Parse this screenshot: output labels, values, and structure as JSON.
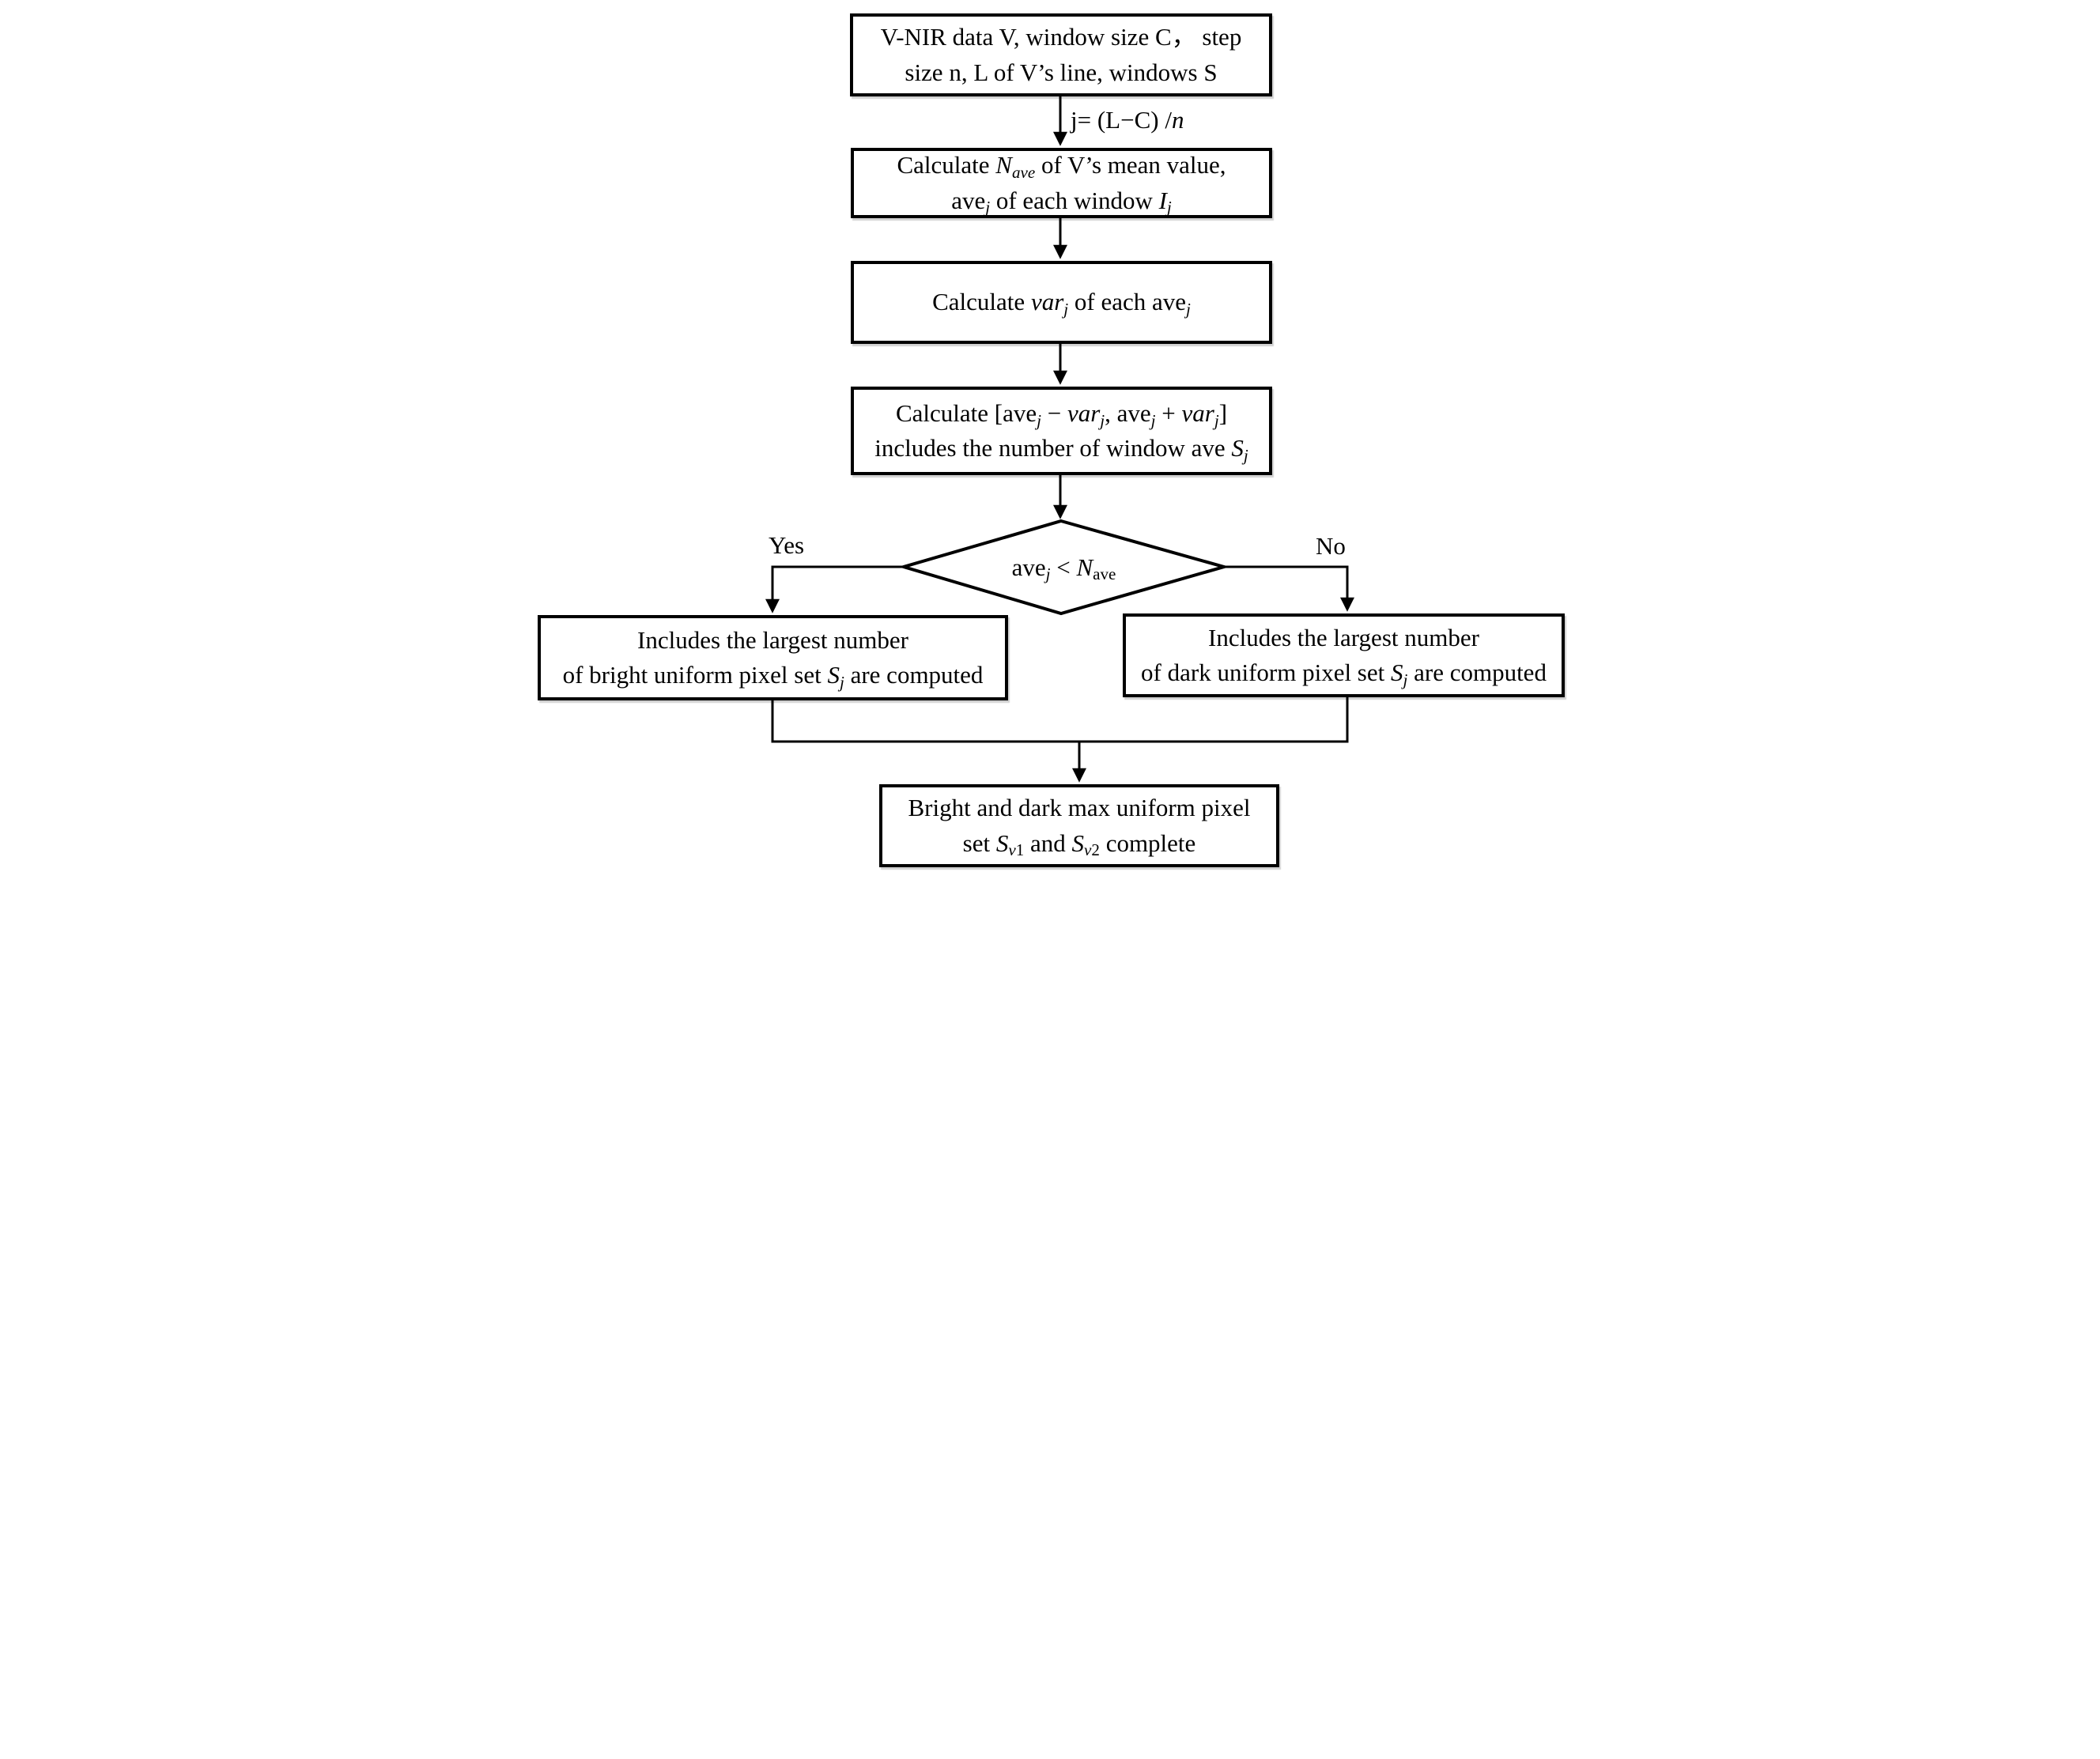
{
  "colors": {
    "stroke": "#000000",
    "background": "#ffffff",
    "text": "#000000"
  },
  "nodes": {
    "input": {
      "lines": [
        [
          {
            "t": "V-NIR data V, window size C， step"
          }
        ],
        [
          {
            "t": "size n, L of V’s line, windows S"
          }
        ]
      ]
    },
    "calc_nave": {
      "lines": [
        [
          {
            "t": "Calculate "
          },
          {
            "t": "N",
            "s": "i"
          },
          {
            "t": "ave",
            "s": "subi"
          },
          {
            "t": " of V’s mean value,"
          }
        ],
        [
          {
            "t": "ave"
          },
          {
            "t": "j",
            "s": "subi"
          },
          {
            "t": " of each window "
          },
          {
            "t": "I",
            "s": "i"
          },
          {
            "t": "j",
            "s": "subi"
          }
        ]
      ]
    },
    "calc_var": {
      "lines": [
        [
          {
            "t": "Calculate "
          },
          {
            "t": "var",
            "s": "i"
          },
          {
            "t": "j",
            "s": "subi"
          },
          {
            "t": " of each ave"
          },
          {
            "t": "j",
            "s": "subi"
          }
        ]
      ]
    },
    "calc_interval": {
      "lines": [
        [
          {
            "t": "Calculate [ave"
          },
          {
            "t": "j",
            "s": "subi"
          },
          {
            "t": " − "
          },
          {
            "t": "var",
            "s": "i"
          },
          {
            "t": "j",
            "s": "subi"
          },
          {
            "t": ", ave"
          },
          {
            "t": "j",
            "s": "subi"
          },
          {
            "t": " + "
          },
          {
            "t": "var",
            "s": "i"
          },
          {
            "t": "j",
            "s": "subi"
          },
          {
            "t": "]"
          }
        ],
        [
          {
            "t": "includes the number of window ave "
          },
          {
            "t": "S",
            "s": "i"
          },
          {
            "t": "j",
            "s": "subi"
          }
        ]
      ]
    },
    "decision": {
      "lines": [
        [
          {
            "t": "ave"
          },
          {
            "t": "j",
            "s": "subi"
          },
          {
            "t": " < "
          },
          {
            "t": "N",
            "s": "i"
          },
          {
            "t": "ave",
            "s": "sub"
          }
        ]
      ]
    },
    "bright_branch": {
      "lines": [
        [
          {
            "t": "Includes the largest number"
          }
        ],
        [
          {
            "t": "of bright uniform pixel set "
          },
          {
            "t": "S",
            "s": "i"
          },
          {
            "t": "j",
            "s": "subi"
          },
          {
            "t": " are computed"
          }
        ]
      ]
    },
    "dark_branch": {
      "lines": [
        [
          {
            "t": "Includes the largest number"
          }
        ],
        [
          {
            "t": "of dark uniform pixel set "
          },
          {
            "t": "S",
            "s": "i"
          },
          {
            "t": "j",
            "s": "subi"
          },
          {
            "t": " are computed"
          }
        ]
      ]
    },
    "output": {
      "lines": [
        [
          {
            "t": "Bright and dark max uniform pixel"
          }
        ],
        [
          {
            "t": "set "
          },
          {
            "t": "S",
            "s": "i"
          },
          {
            "t": "v",
            "s": "subi"
          },
          {
            "t": "1",
            "s": "sub"
          },
          {
            "t": " and "
          },
          {
            "t": "S",
            "s": "i"
          },
          {
            "t": "v",
            "s": "subi"
          },
          {
            "t": "2",
            "s": "sub"
          },
          {
            "t": " complete"
          }
        ]
      ]
    }
  },
  "edges": {
    "j_formula": [
      {
        "t": "j= (L−C) /"
      },
      {
        "t": "n",
        "s": "i"
      }
    ],
    "yes_label": "Yes",
    "no_label": "No"
  }
}
